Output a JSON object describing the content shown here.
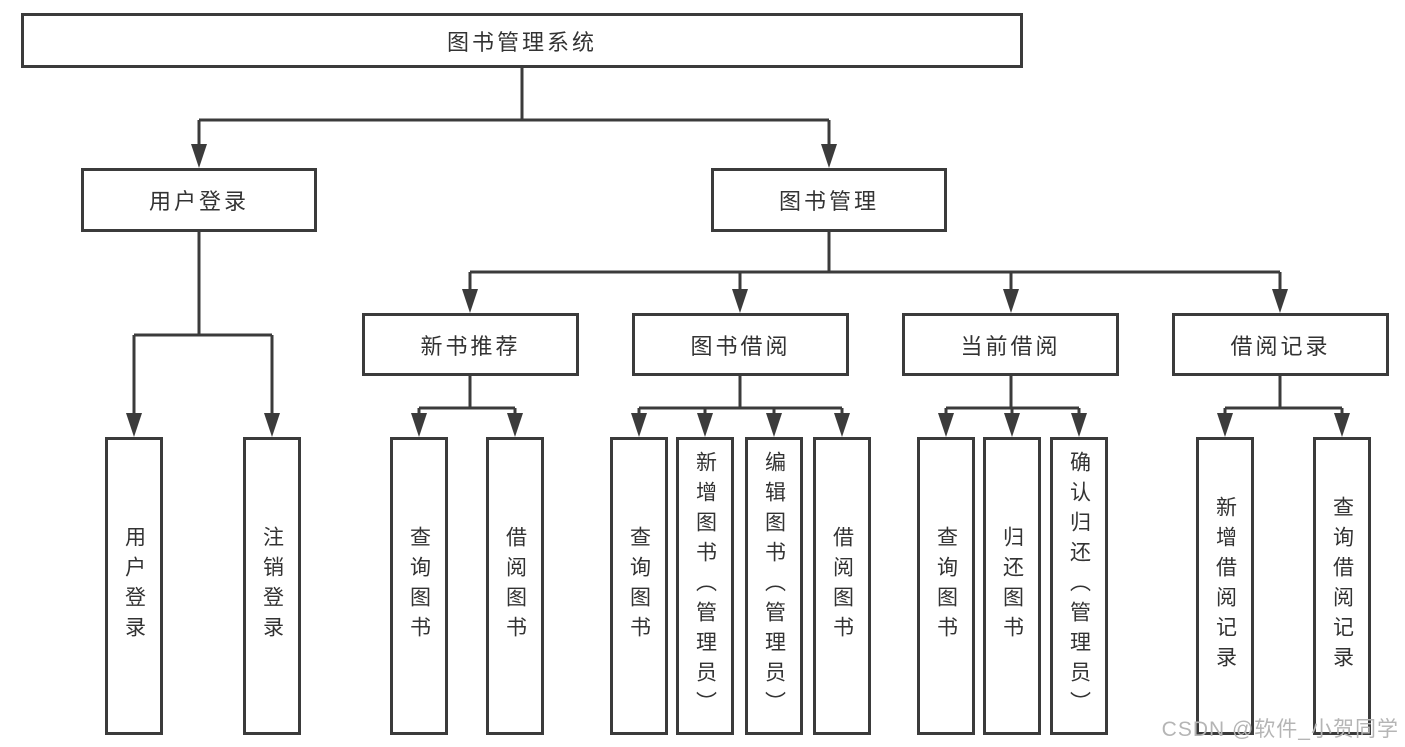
{
  "diagram": {
    "root": {
      "label": "图书管理系统"
    },
    "level1": [
      {
        "label": "用户登录",
        "children": [
          {
            "label": "用户登录"
          },
          {
            "label": "注销登录"
          }
        ]
      },
      {
        "label": "图书管理",
        "children": [
          {
            "label": "新书推荐",
            "children": [
              {
                "label": "查询图书"
              },
              {
                "label": "借阅图书"
              }
            ]
          },
          {
            "label": "图书借阅",
            "children": [
              {
                "label": "查询图书"
              },
              {
                "label": "新增图书（管理员）"
              },
              {
                "label": "编辑图书（管理员）"
              },
              {
                "label": "借阅图书"
              }
            ]
          },
          {
            "label": "当前借阅",
            "children": [
              {
                "label": "查询图书"
              },
              {
                "label": "归还图书"
              },
              {
                "label": "确认归还（管理员）"
              }
            ]
          },
          {
            "label": "借阅记录",
            "children": [
              {
                "label": "新增借阅记录"
              },
              {
                "label": "查询借阅记录"
              }
            ]
          }
        ]
      }
    ]
  },
  "watermark": {
    "text": "CSDN @软件_小贺同学"
  },
  "colors": {
    "line": "#3b3b3b",
    "text": "#333333",
    "watermark": "#b5b5b5",
    "background": "#ffffff"
  }
}
